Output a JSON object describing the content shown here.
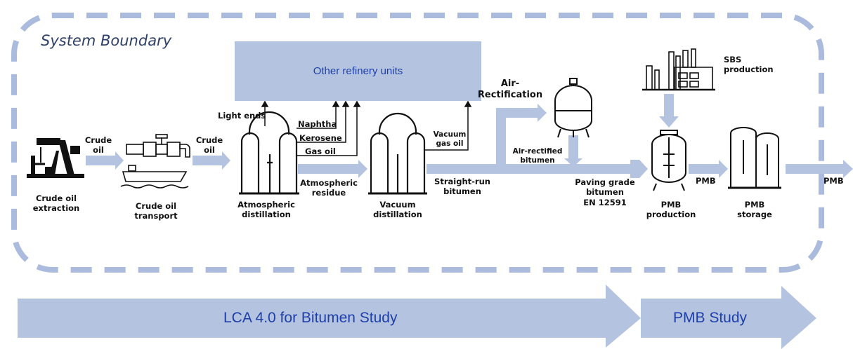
{
  "title": "System Boundary",
  "refinery_box": "Other refinery units",
  "nodes": {
    "crude_extraction": "Crude oil\nextraction",
    "crude_transport": "Crude oil\ntransport",
    "atmospheric": "Atmospheric\ndistillation",
    "vacuum": "Vacuum\ndistillation",
    "air_rectification": "Air-\nRectification",
    "sbs": "SBS\nproduction",
    "pmb_production": "PMB\nproduction",
    "pmb_storage": "PMB\nstorage"
  },
  "flows": {
    "crude_oil_1": "Crude\noil",
    "crude_oil_2": "Crude\noil",
    "light_ends": "Light ends",
    "naphtha": "Naphtha",
    "kerosene": "Kerosene",
    "gas_oil": "Gas oil",
    "atm_residue": "Atmospheric\nresidue",
    "vacuum_gas_oil": "Vacuum\ngas oil",
    "straight_run": "Straight-run\nbitumen",
    "air_rectified": "Air-rectified\nbitumen",
    "paving_grade": "Paving grade\nbitumen\nEN 12591",
    "pmb_1": "PMB",
    "pmb_2": "PMB"
  },
  "studies": {
    "bitumen": "LCA 4.0 for Bitumen Study",
    "pmb": "PMB Study"
  },
  "colors": {
    "flow": "#b4c3e0",
    "boundary": "#aabbdd",
    "text_blue": "#1f3fa8",
    "title_blue": "#2f4068",
    "icon": "#111111"
  }
}
